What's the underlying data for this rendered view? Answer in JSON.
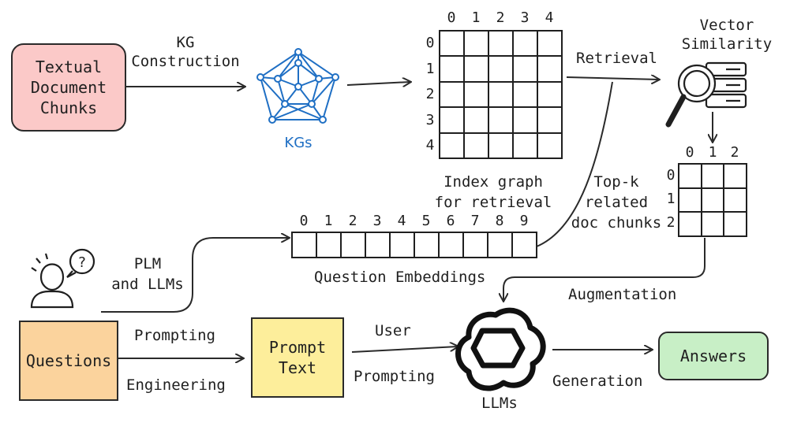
{
  "boxes": {
    "textual_chunks": "Textual\nDocument\nChunks",
    "questions": "Questions",
    "prompt_text": "Prompt\nText",
    "answers": "Answers"
  },
  "labels": {
    "kg_construction": "KG\nConstruction",
    "kgs": "KGs",
    "retrieval": "Retrieval",
    "vector_similarity": "Vector\nSimilarity",
    "index_graph": "Index graph\nfor retrieval",
    "top_k": "Top-k\nrelated\ndoc chunks",
    "plm_llms": "PLM\nand LLMs",
    "question_embeddings": "Question Embeddings",
    "augmentation": "Augmentation",
    "prompting": "Prompting",
    "engineering": "Engineering",
    "user": "User",
    "user_prompting": "Prompting",
    "generation": "Generation",
    "llms": "LLMs"
  },
  "index_grid": {
    "col_labels": [
      "0",
      "1",
      "2",
      "3",
      "4"
    ],
    "row_labels": [
      "0",
      "1",
      "2",
      "3",
      "4"
    ]
  },
  "topk_grid": {
    "col_labels": [
      "0",
      "1",
      "2"
    ],
    "row_labels": [
      "0",
      "1",
      "2"
    ]
  },
  "embedding_labels": [
    "0",
    "1",
    "2",
    "3",
    "4",
    "5",
    "6",
    "7",
    "8",
    "9"
  ],
  "colors": {
    "textual_chunks": "#fbc9c8",
    "questions": "#fbd39d",
    "prompt_text": "#fdee9b",
    "answers": "#c8efc6",
    "kg_blue": "#1f6fc4"
  }
}
